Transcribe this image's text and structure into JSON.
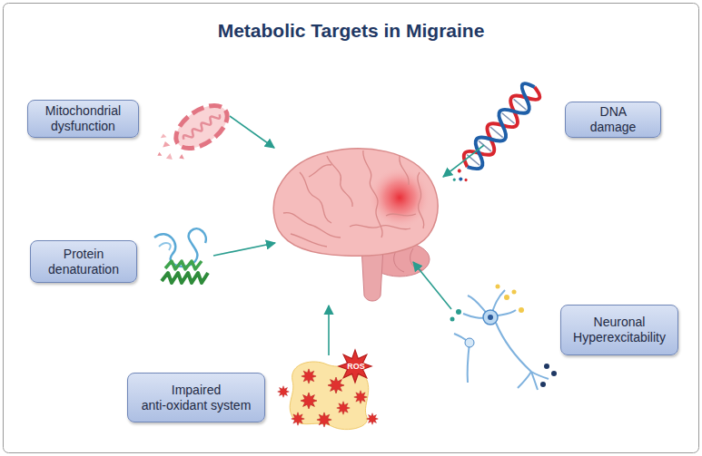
{
  "diagram": {
    "title": "Metabolic Targets in Migraine",
    "nodes": [
      {
        "text": [
          "Mitochondrial dysfunction"
        ]
      },
      {
        "text": [
          "DNA damage"
        ]
      },
      {
        "text": [
          "Protein denaturation"
        ]
      },
      {
        "text": [
          "Neuronal Hyperexcitability"
        ]
      },
      {
        "text": [
          "Impaired anti-oxidant system"
        ]
      }
    ],
    "labels": [
      "ROS"
    ]
  }
}
